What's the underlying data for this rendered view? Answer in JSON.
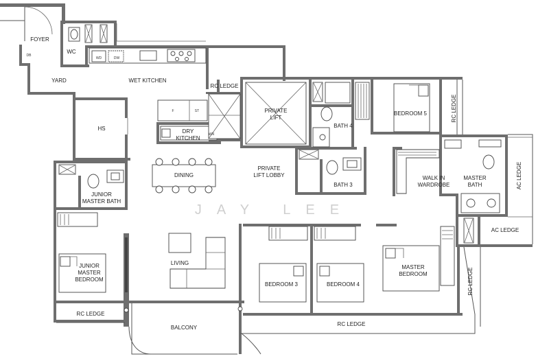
{
  "watermark": "JAY LEE",
  "rooms": {
    "foyer": "FOYER",
    "db": "DB",
    "wc": "WC",
    "wd": "WD",
    "dw": "DW",
    "yard": "YARD",
    "wet_kitchen": "WET KITCHEN",
    "hs": "HS",
    "rc_ledge_top": "RC LEDGE",
    "f": "F",
    "st": "ST",
    "dry_kitchen_1": "DRY",
    "dry_kitchen_2": "KITCHEN",
    "wn": "WN",
    "private_lift_1": "PRIVATE",
    "private_lift_2": "LIFT",
    "private_lift_lobby_1": "PRIVATE",
    "private_lift_lobby_2": "LIFT LOBBY",
    "bath4": "BATH 4",
    "bath3": "BATH 3",
    "bedroom5": "BEDROOM 5",
    "rc_ledge_right_v": "RC LEDGE",
    "dining": "DINING",
    "junior_master_bath_1": "JUNIOR",
    "junior_master_bath_2": "MASTER BATH",
    "walk_in_1": "WALK IN",
    "walk_in_2": "WARDROBE",
    "master_bath_1": "MASTER",
    "master_bath_2": "BATH",
    "ac_ledge_v": "AC LEDGE",
    "ac_ledge_h": "AC LEDGE",
    "living": "LIVING",
    "junior_master_bedroom_1": "JUNIOR",
    "junior_master_bedroom_2": "MASTER",
    "junior_master_bedroom_3": "BEDROOM",
    "bedroom3": "BEDROOM 3",
    "bedroom4": "BEDROOM 4",
    "master_bedroom_1": "MASTER",
    "master_bedroom_2": "BEDROOM",
    "rc_ledge_far_right_v": "RC LEDGE",
    "rc_ledge_left": "RC LEDGE",
    "balcony": "BALCONY",
    "rc_ledge_bottom": "RC LEDGE"
  }
}
